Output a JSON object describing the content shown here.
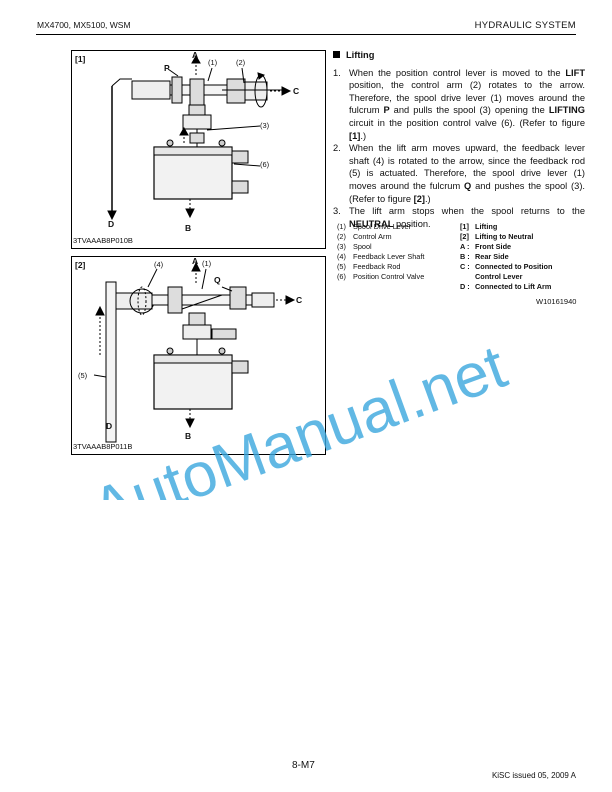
{
  "header": {
    "models": "MX4700, MX5100, WSM",
    "section": "HYDRAULIC  SYSTEM"
  },
  "figures": [
    {
      "tag": "[1]",
      "code": "3TVAAAB8P010B",
      "labels": {
        "A": "A",
        "B": "B",
        "C": "C",
        "D": "D",
        "P": "P",
        "n1": "(1)",
        "n2": "(2)",
        "n3": "(3)",
        "n6": "(6)"
      }
    },
    {
      "tag": "[2]",
      "code": "3TVAAAB8P011B",
      "labels": {
        "A": "A",
        "B": "B",
        "C": "C",
        "D": "D",
        "Q": "Q",
        "n1": "(1)",
        "n4": "(4)",
        "n5": "(5)"
      }
    }
  ],
  "section": {
    "title": "Lifting",
    "steps": [
      {
        "num": "1.",
        "parts": [
          {
            "t": "When the position control lever is moved to the "
          },
          {
            "t": "LIFT",
            "b": true
          },
          {
            "t": " position, the control arm (2) rotates to the arrow. Therefore, the spool drive lever (1) moves around the fulcrum "
          },
          {
            "t": "P",
            "b": true
          },
          {
            "t": " and pulls the spool (3) opening the "
          },
          {
            "t": "LIFTING",
            "b": true
          },
          {
            "t": " circuit in the position control valve (6). (Refer to figure "
          },
          {
            "t": "[1]",
            "b": true
          },
          {
            "t": ".)"
          }
        ]
      },
      {
        "num": "2.",
        "parts": [
          {
            "t": "When the lift arm moves upward, the feedback lever shaft (4) is rotated to the arrow, since the feedback rod (5) is actuated.  Therefore, the spool drive lever (1) moves around the fulcrum "
          },
          {
            "t": "Q",
            "b": true
          },
          {
            "t": " and pushes the spool (3).  (Refer to figure "
          },
          {
            "t": "[2]",
            "b": true
          },
          {
            "t": ".)"
          }
        ]
      },
      {
        "num": "3.",
        "parts": [
          {
            "t": "The lift arm stops when the spool returns to the "
          },
          {
            "t": "NEUTRAL",
            "b": true
          },
          {
            "t": " position."
          }
        ]
      }
    ]
  },
  "legend": {
    "parts": [
      {
        "key": "(1)",
        "label": "Spool Drive Lever"
      },
      {
        "key": "(2)",
        "label": "Control Arm"
      },
      {
        "key": "(3)",
        "label": "Spool"
      },
      {
        "key": "(4)",
        "label": "Feedback Lever Shaft"
      },
      {
        "key": "(5)",
        "label": "Feedback Rod"
      },
      {
        "key": "(6)",
        "label": "Position Control Valve"
      }
    ],
    "refs": [
      {
        "key": "[1]",
        "label": "Lifting"
      },
      {
        "key": "[2]",
        "label": "Lifting to Neutral"
      },
      {
        "key": "A :",
        "label": "Front Side"
      },
      {
        "key": "B :",
        "label": "Rear Side"
      },
      {
        "key": "C :",
        "label": "Connected to Position"
      },
      {
        "key": "",
        "label": "Control Lever"
      },
      {
        "key": "D :",
        "label": "Connected to Lift Arm"
      }
    ]
  },
  "w_code": "W10161940",
  "watermark": "AutoManual.net",
  "colors": {
    "watermark": "#3aa6dd"
  },
  "footer": {
    "page": "8-M7",
    "issue": "KiSC issued 05, 2009 A"
  }
}
